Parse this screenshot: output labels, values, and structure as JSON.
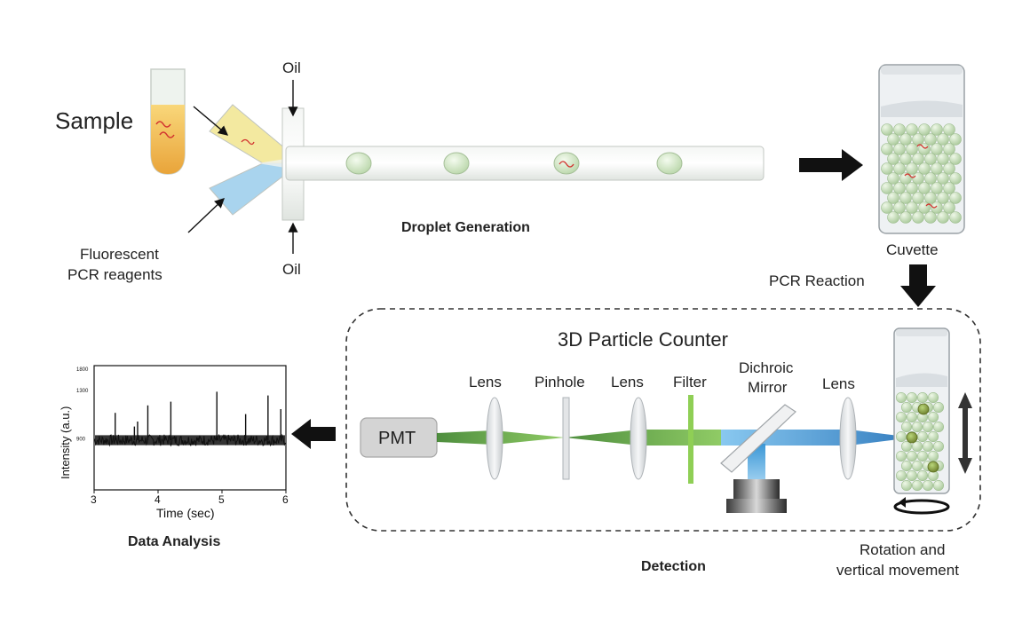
{
  "labels": {
    "sample": "Sample",
    "oil_top": "Oil",
    "oil_bottom": "Oil",
    "fluorescent": [
      "Fluorescent",
      "PCR reagents"
    ],
    "droplet_generation": "Droplet Generation",
    "cuvette": "Cuvette",
    "pcr_reaction": "PCR Reaction",
    "counter_title": "3D Particle Counter",
    "pmt": "PMT",
    "lens1": "Lens",
    "pinhole": "Pinhole",
    "lens2": "Lens",
    "filter": "Filter",
    "dichroic": [
      "Dichroic",
      "Mirror"
    ],
    "lens3": "Lens",
    "detection": "Detection",
    "rotation": [
      "Rotation and",
      "vertical movement"
    ],
    "data_analysis": "Data Analysis"
  },
  "colors": {
    "sample_yellow": "#f3e9a0",
    "reagent_blue": "#a9d4ee",
    "droplet_green": "#d8ebd0",
    "beam_green": "#66a832",
    "beam_blue": "#3a97d6",
    "filter_green": "#8fcf55",
    "arrow": "#111111"
  },
  "chart_data": {
    "type": "line",
    "xlabel": "Time (sec)",
    "ylabel": "Intensity (a.u.)",
    "xlim": [
      3,
      6
    ],
    "ylim": [
      500,
      1500
    ],
    "xticks": [
      "3",
      "4",
      "5",
      "6"
    ],
    "yticks": [
      "900",
      "1300",
      "1800"
    ],
    "baseline": 900,
    "peaks": [
      {
        "x": 3.33,
        "y": 1120
      },
      {
        "x": 3.63,
        "y": 1010
      },
      {
        "x": 3.68,
        "y": 1050
      },
      {
        "x": 3.84,
        "y": 1180
      },
      {
        "x": 4.2,
        "y": 1210
      },
      {
        "x": 4.92,
        "y": 1290
      },
      {
        "x": 5.37,
        "y": 1110
      },
      {
        "x": 5.72,
        "y": 1260
      },
      {
        "x": 5.92,
        "y": 1150
      }
    ]
  }
}
